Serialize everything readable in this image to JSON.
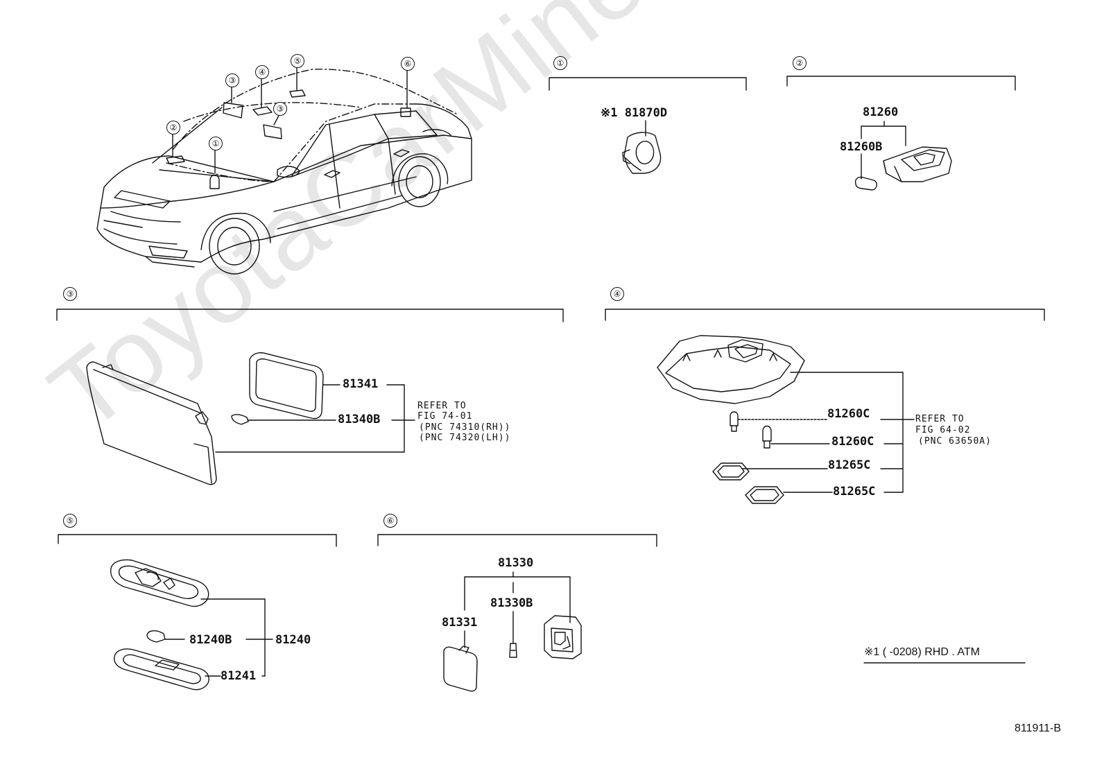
{
  "watermark": "ToyotaCarMiner.ru",
  "car_markers": [
    "①",
    "②",
    "③",
    "③",
    "④",
    "⑤",
    "⑥"
  ],
  "sections": {
    "s1": {
      "num": "①",
      "parts": {
        "p1": "※1 81870D"
      }
    },
    "s2": {
      "num": "②",
      "parts": {
        "p1": "81260",
        "p2": "81260B"
      }
    },
    "s3": {
      "num": "③",
      "parts": {
        "p1": "81341",
        "p2": "81340B"
      },
      "refer": [
        "REFER TO",
        "FIG 74-01",
        "(PNC 74310(RH))",
        "(PNC 74320(LH))"
      ]
    },
    "s4": {
      "num": "④",
      "parts": {
        "p1": "81260C",
        "p2": "81260C",
        "p3": "81265C",
        "p4": "81265C"
      },
      "refer": [
        "REFER TO",
        "FIG 64-02",
        "(PNC 63650A)"
      ]
    },
    "s5": {
      "num": "⑤",
      "parts": {
        "p1": "81240B",
        "p2": "81240",
        "p3": "81241"
      }
    },
    "s6": {
      "num": "⑥",
      "parts": {
        "p1": "81330",
        "p2": "81330B",
        "p3": "81331"
      }
    }
  },
  "footnote": "※1 (      -0208) RHD . ATM",
  "figure_id": "811911-B",
  "icons": [
    "car-outline-icon",
    "map-lamp-icon",
    "switch-icon",
    "vanity-mirror-icon",
    "room-lamp-icon",
    "bulb-icon",
    "cover-icon"
  ]
}
